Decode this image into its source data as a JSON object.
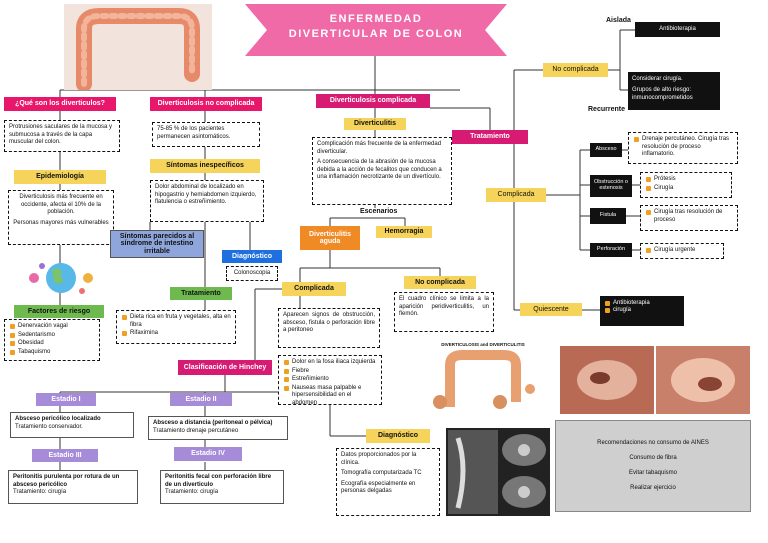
{
  "title_line1": "ENFERMEDAD",
  "title_line2": "DIVERTICULAR DE COLON",
  "que_son": {
    "label": "¿Qué son los diverticulos?",
    "text": "Protrusiones saculares de la mucosa y submucosa a través de la capa muscular del colon."
  },
  "epidemiologia": {
    "label": "Epidemiología",
    "p1": "Diverticulosis más frecuente en occidente, afecta el 10% de la población.",
    "p2": "Personas mayores más vulnerables"
  },
  "factores": {
    "label": "Factores de riesgo",
    "items": [
      "Denervación vagal",
      "Sedentarismo",
      "Obesidad",
      "Tabaquismo"
    ]
  },
  "no_complicada_left": {
    "label": "Diverticulosis no complicada",
    "text": "75-85 % de los pacientes permanecen asintomáticos."
  },
  "sintomas": {
    "label": "Síntomas inespecíficos",
    "text": "Dolor abdominal de localizado en hipogastrio y hemiabdomen izquierdo, flatulencia o estreñimiento."
  },
  "sindrome": {
    "label": "Síntomas parecidos al síndrome de intestino irritable"
  },
  "diagnostico_left": {
    "label": "Diagnóstico",
    "text": "Colonoscopia"
  },
  "tratamiento_left": {
    "label": "Tratamiento",
    "items": [
      "Dieta rica en fruta y vegetales, alta en fibra",
      "Rifaximina"
    ]
  },
  "hinchey": {
    "label": "Clasificación de Hinchey",
    "e1": {
      "label": "Estadio I",
      "title": "Absceso pericólico localizado",
      "text": "Tratamiento conservador."
    },
    "e2": {
      "label": "Estadio II",
      "title": "Absceso a distancia (peritoneal o pélvica)",
      "text": "Tratamiento drenaje percutáneo"
    },
    "e3": {
      "label": "Estadio III",
      "title": "Peritonitis purulenta por rotura de un absceso pericólico",
      "text": "Tratamiento: cirugía"
    },
    "e4": {
      "label": "Estadio IV",
      "title": "Peritonitis fecal con perforación libre de un diverticulo",
      "text": "Tratamiento: cirugía"
    }
  },
  "complicada_center": {
    "label": "Diverticulosis complicada",
    "sub": "Diverticulitis",
    "p1": "Complicación más frecuente de la enfermedad diverticular.",
    "p2": "A consecuencia de la abrasión de la mucosa debida a la acción de fecalitos que conducen a una inflamación necrotizante de un divertículo."
  },
  "escenarios": "Escenarios",
  "aguda": "Diverticulitis aguda",
  "hemorragia": "Hemorragia",
  "complicada_mid": {
    "label": "Complicada",
    "text": "Aparecen signos de obstrucción, absceso, fistula o perforación libre a peritoneo",
    "items": [
      "Dolor en la fosa iliaca izquierda",
      "Fiebre",
      "Estreñimiento",
      "Nauseas masa palpable e hipersensibilidad en el abdomen"
    ]
  },
  "no_complicada_mid": {
    "label": "No complicada",
    "text": "El cuadro clínico se limita a la aparición peridiverticulitis, un flemón."
  },
  "img_caption": "DIVERTICULOSIS and DIVERTICULITIS",
  "diagnostico_mid": {
    "label": "Diagnóstico",
    "p1": "Datos proporcionados por la clínica.",
    "p2": "Tomografía computarizada TC",
    "p3": "Ecografía especialmente en personas delgadas"
  },
  "tratamiento_right": {
    "label": "Tratamiento",
    "no_complicada": "No complicada",
    "aislada": "Aislada",
    "antibioterapia": "Antibioterapia",
    "recurrente": "Recurrente",
    "recurrente_p1": "Considerar cirugía.",
    "recurrente_p2": "Grupos de alto riesgo: inmunocomprometidos",
    "complicada": "Complicada",
    "absceso": "Absceso",
    "absceso_item": "Drenaje percutáneo. Cirugía tras resolución de proceso inflamatorio.",
    "obstruccion": "Obstrucción o estenosis",
    "obstruccion_items": [
      "Prótesis",
      "Cirugía"
    ],
    "fistula": "Fistula",
    "fistula_item": "Cirugía tras resolución de proceso",
    "perforacion": "Perforación",
    "perforacion_item": "Cirugía urgente",
    "quiescente": "Quiescente",
    "quiescente_items": [
      "Antibioterapia",
      "cirugía"
    ]
  },
  "recomendaciones": [
    "Recomendaciones no consumo de AINES",
    "Consumo de fibra",
    "Evitar tabaquismo",
    "Realizar ejercicio"
  ]
}
